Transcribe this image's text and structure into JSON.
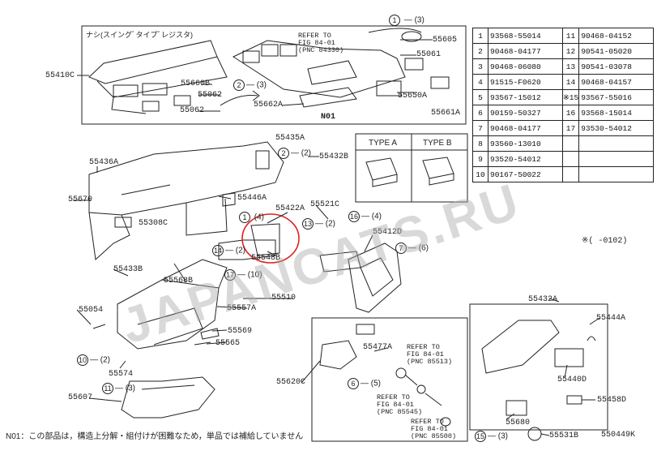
{
  "top_box": {
    "title": "ナシ(スイングﾞタイプﾞレジスタ)",
    "refer1": [
      "REFER TO",
      "FIG 84-01",
      "(PNC 84330)"
    ]
  },
  "types": {
    "a": "TYPE A",
    "b": "TYPE B"
  },
  "callouts": [
    {
      "t": "55410C"
    },
    {
      "t": "55660B"
    },
    {
      "t": "55062"
    },
    {
      "t": "55062"
    },
    {
      "t": "55605"
    },
    {
      "t": "55061"
    },
    {
      "t": "55650A"
    },
    {
      "t": "55661A"
    },
    {
      "t": "55662A"
    },
    {
      "t": "N01"
    },
    {
      "t": "55435A"
    },
    {
      "t": "55432B"
    },
    {
      "t": "55436A"
    },
    {
      "t": "55670"
    },
    {
      "t": "55446A"
    },
    {
      "t": "55308C"
    },
    {
      "t": "55422A"
    },
    {
      "t": "55521C"
    },
    {
      "t": "55412D"
    },
    {
      "t": "55548B"
    },
    {
      "t": "55568B"
    },
    {
      "t": "55433B"
    },
    {
      "t": "55510"
    },
    {
      "t": "55557A"
    },
    {
      "t": "55054"
    },
    {
      "t": "55569"
    },
    {
      "t": "55565"
    },
    {
      "t": "55574"
    },
    {
      "t": "55607"
    },
    {
      "t": "55477A"
    },
    {
      "t": "55620C"
    },
    {
      "t": "55432A"
    },
    {
      "t": "55444A"
    },
    {
      "t": "55440D"
    },
    {
      "t": "55458D"
    },
    {
      "t": "55680"
    },
    {
      "t": "55531B"
    }
  ],
  "refs": [
    [
      "REFER TO",
      "FIG 84-01",
      "(PNC 85513)"
    ],
    [
      "REFER TO",
      "FIG 84-01",
      "(PNC 85545)"
    ],
    [
      "REFER TO",
      "FIG 84-01",
      "(PNC 85500)"
    ]
  ],
  "qty": [
    "(3)",
    "(2)",
    "(4)",
    "(2)",
    "(3)",
    "(2)",
    "(4)",
    "(6)",
    "(10)",
    "(5)",
    "(2)",
    "(3)"
  ],
  "parts_table": [
    {
      "n": "1",
      "p": "93568-55014",
      "n2": "11",
      "p2": "90468-04152"
    },
    {
      "n": "2",
      "p": "90468-04177",
      "n2": "12",
      "p2": "90541-05020"
    },
    {
      "n": "3",
      "p": "90468-06080",
      "n2": "13",
      "p2": "90541-03078"
    },
    {
      "n": "4",
      "p": "91515-F0620",
      "n2": "14",
      "p2": "90468-04157"
    },
    {
      "n": "5",
      "p": "93567-15012",
      "n2": "※15",
      "p2": "93567-55016"
    },
    {
      "n": "6",
      "p": "90159-50327",
      "n2": "16",
      "p2": "93568-15014"
    },
    {
      "n": "7",
      "p": "90468-04177",
      "n2": "17",
      "p2": "93530-54012"
    },
    {
      "n": "8",
      "p": "93560-13010",
      "n2": "",
      "p2": ""
    },
    {
      "n": "9",
      "p": "93520-54012",
      "n2": "",
      "p2": ""
    },
    {
      "n": "10",
      "p": "90167-50022",
      "n2": "",
      "p2": ""
    }
  ],
  "date_note": "※(    -0102)",
  "watermark": "JAPANCATS.RU",
  "footnote": "N01：この部品は，構造上分解・組付けが困難なため，単品では補給していません",
  "diagram_id": "550449K"
}
